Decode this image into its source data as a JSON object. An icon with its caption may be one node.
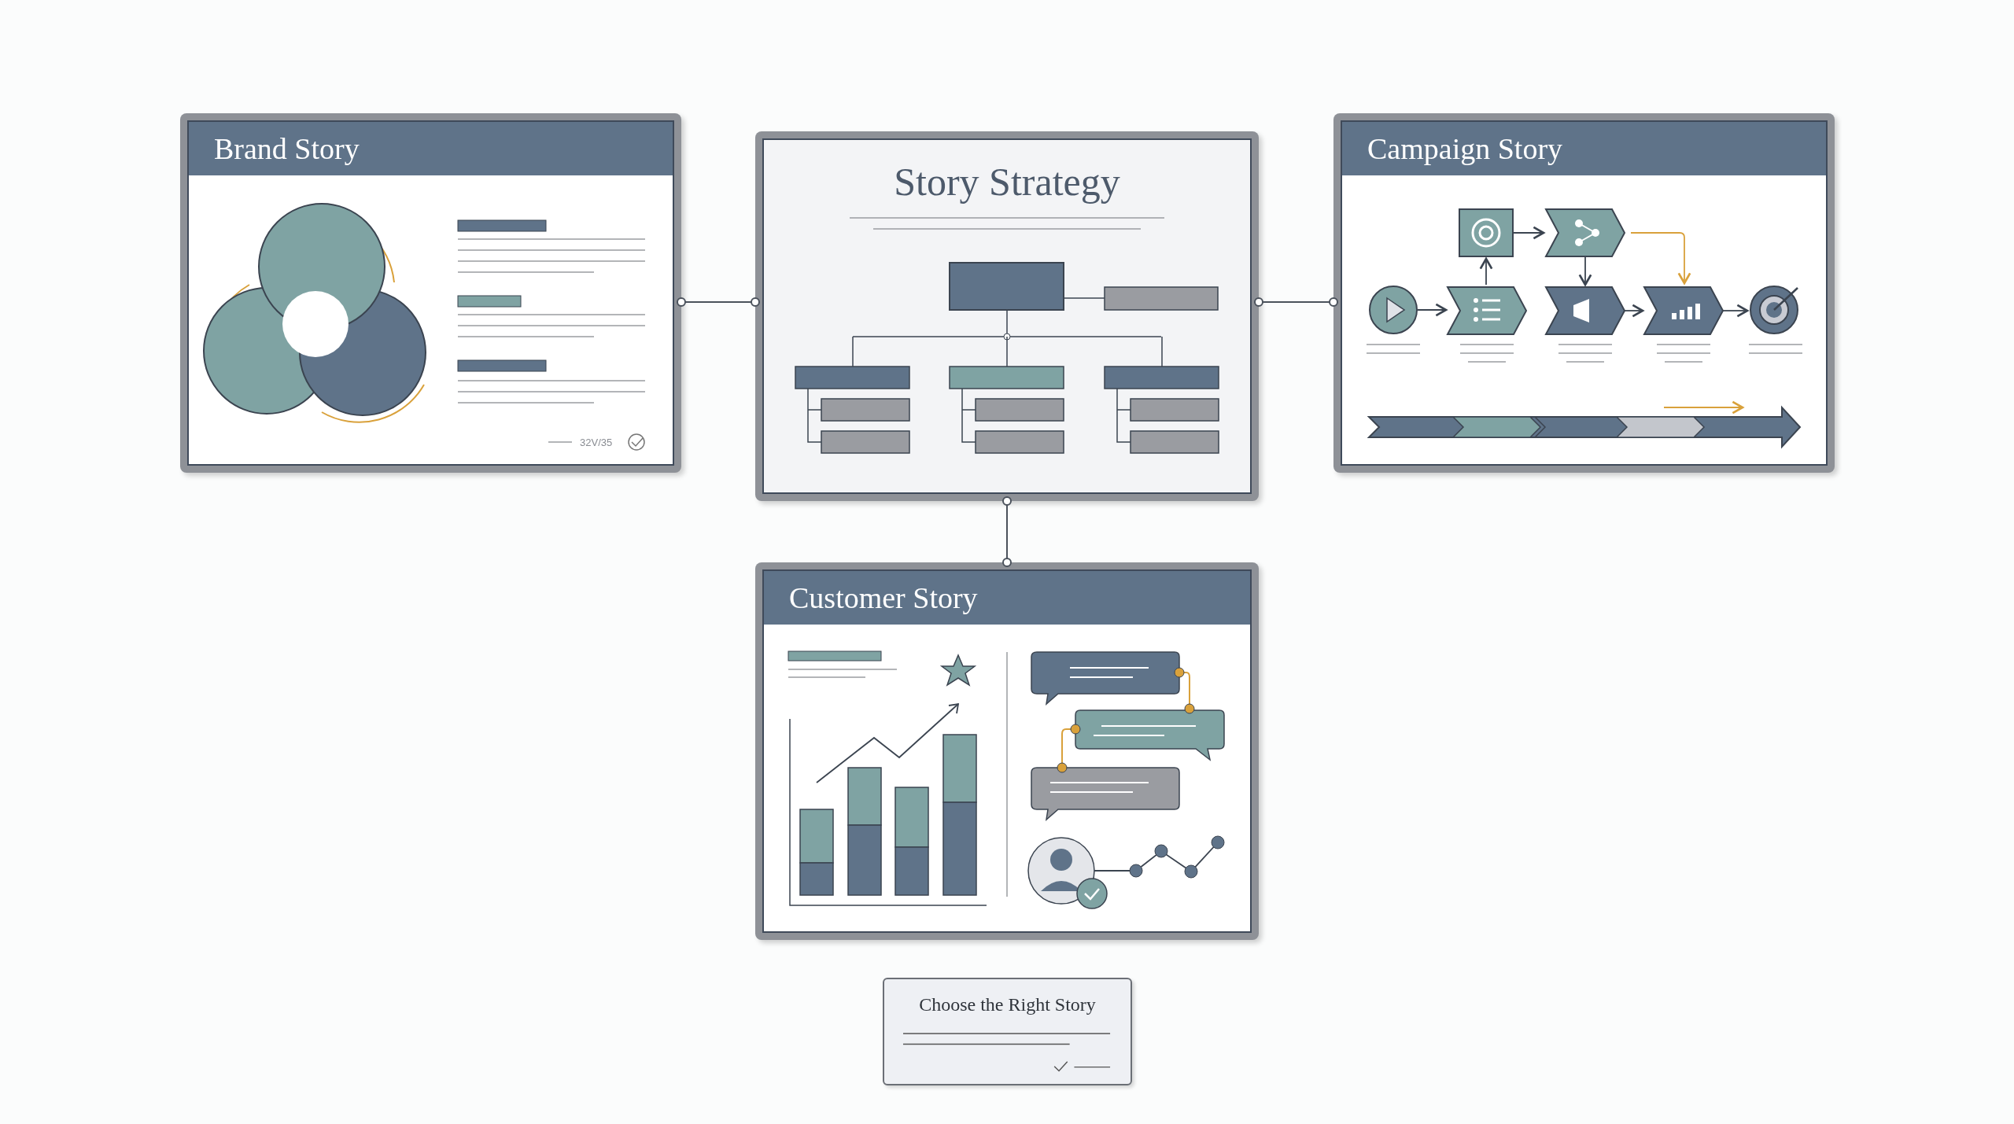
{
  "diagram": {
    "nodes": [
      {
        "text": [
          "Brand Story"
        ]
      },
      {
        "text": [
          "Story Strategy"
        ]
      },
      {
        "text": [
          "Campaign Story"
        ]
      },
      {
        "text": [
          "Customer Story"
        ]
      },
      {
        "text": [
          "Choose the Right Story"
        ]
      }
    ],
    "edges": [
      {
        "from": 0,
        "to": 1,
        "arrow": "other"
      },
      {
        "from": 1,
        "to": 2,
        "arrow": "other"
      },
      {
        "from": 1,
        "to": 3,
        "arrow": "other"
      }
    ],
    "labels": [
      "32V/35"
    ]
  }
}
